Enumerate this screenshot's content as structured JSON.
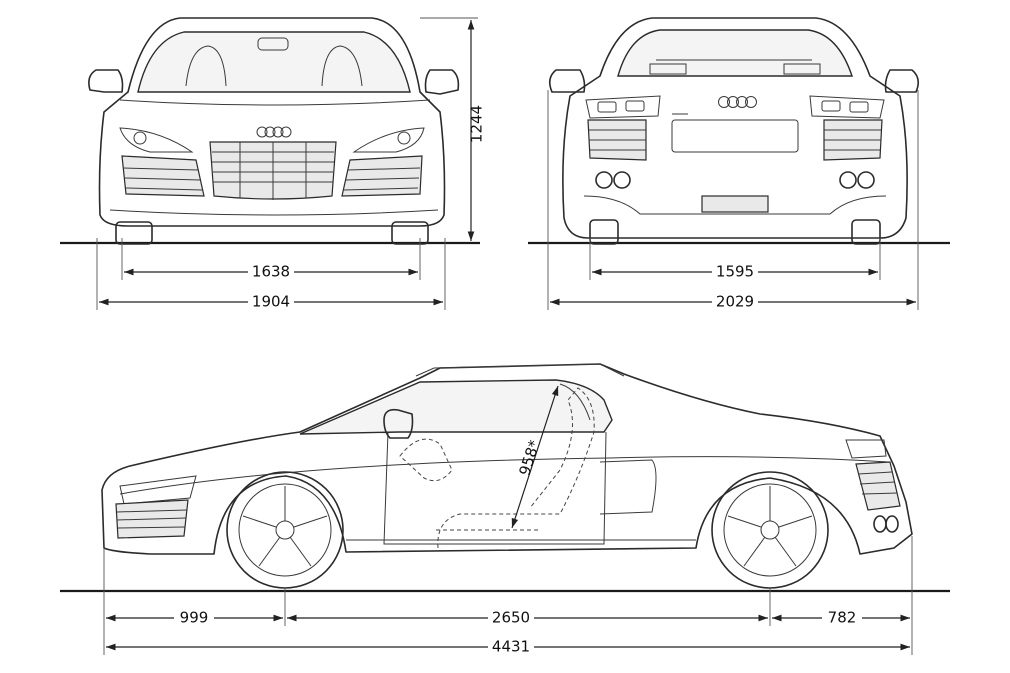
{
  "dimensions": {
    "front_height": "1244",
    "front_track": "1638",
    "front_width": "1904",
    "rear_track": "1595",
    "rear_width": "2029",
    "seat_dimension": "958*",
    "front_overhang": "999",
    "wheelbase": "2650",
    "rear_overhang": "782",
    "overall_length": "4431"
  },
  "colors": {
    "line": "#2b2b2b",
    "background": "#ffffff"
  }
}
